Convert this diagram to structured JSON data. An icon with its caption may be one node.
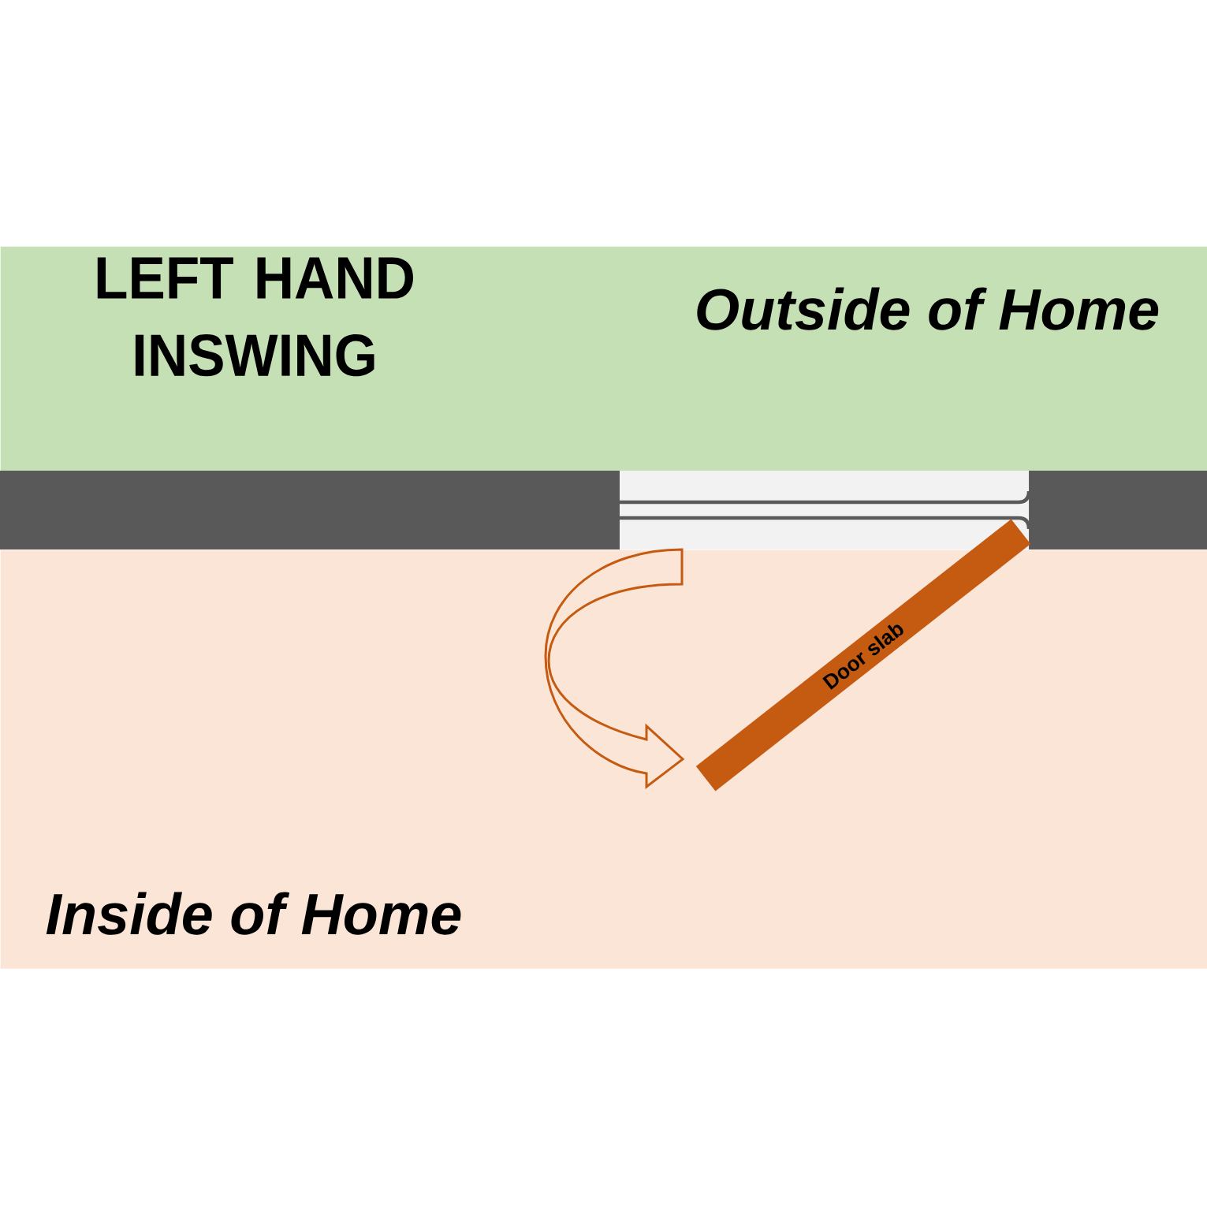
{
  "diagram": {
    "title": "LEFT HAND INSWING",
    "nodes": [
      {
        "text": [
          "Outside of Home"
        ]
      },
      {
        "text": [
          "Inside of Home"
        ]
      },
      {
        "text": [
          "Door slab"
        ]
      }
    ]
  }
}
